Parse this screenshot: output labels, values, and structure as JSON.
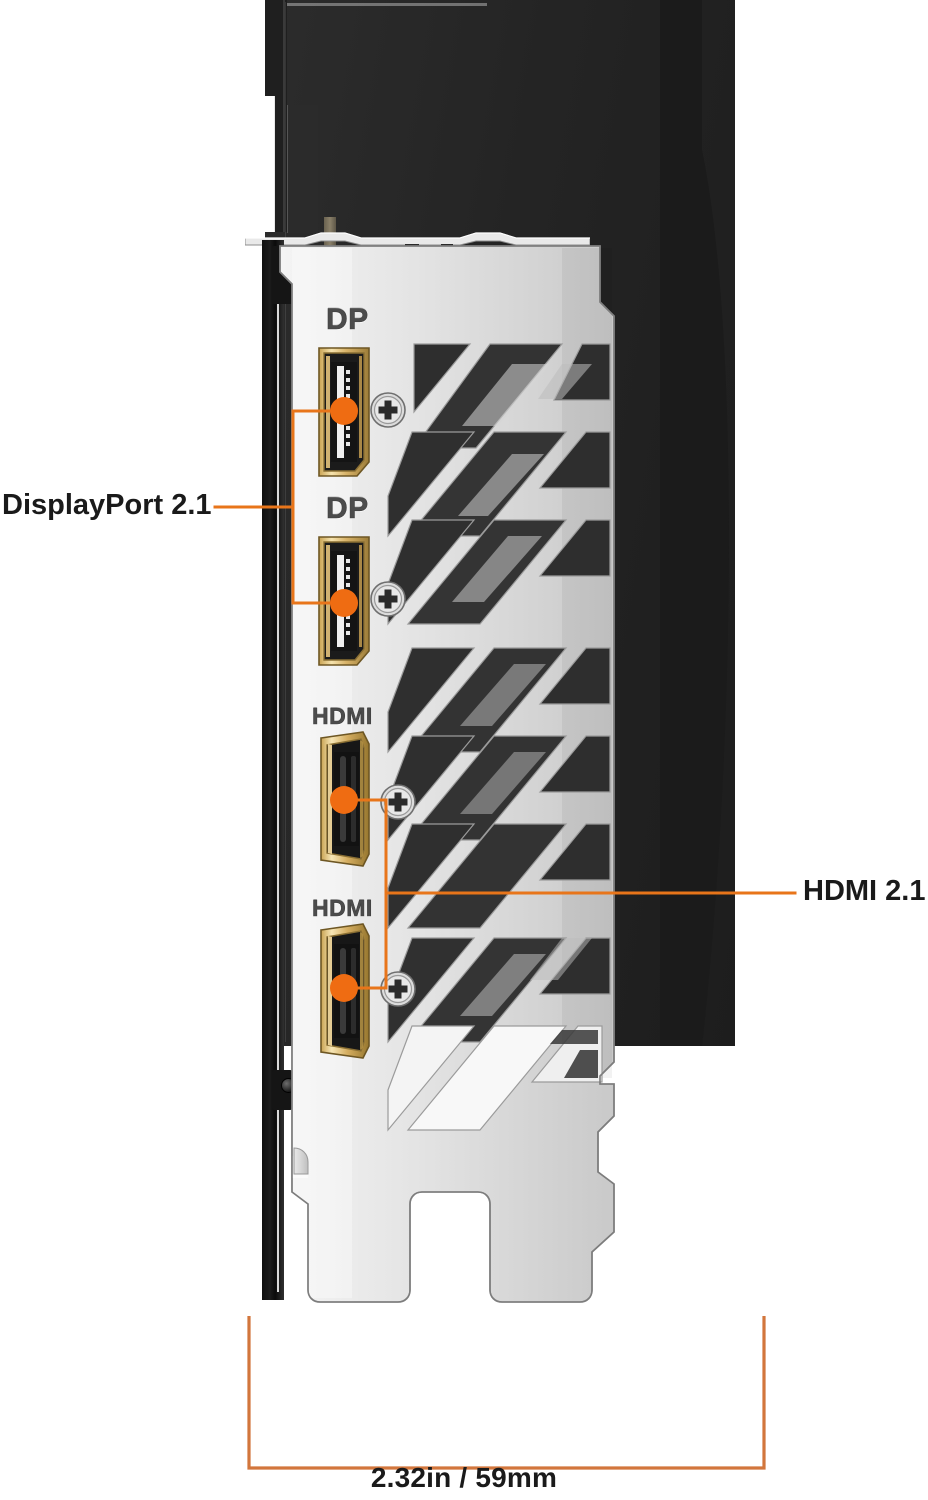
{
  "product": {
    "view": "graphics-card-io-bracket-rear-view"
  },
  "callouts": [
    {
      "id": "displayport",
      "label": "DisplayPort 2.1",
      "side": "left",
      "targets": [
        "dp-port-1",
        "dp-port-2"
      ]
    },
    {
      "id": "hdmi",
      "label": "HDMI 2.1",
      "side": "right",
      "targets": [
        "hdmi-port-1",
        "hdmi-port-2"
      ]
    }
  ],
  "ports": [
    {
      "id": "dp-port-1",
      "label": "DP",
      "type": "displayport"
    },
    {
      "id": "dp-port-2",
      "label": "DP",
      "type": "displayport"
    },
    {
      "id": "hdmi-port-1",
      "label": "HDMI",
      "type": "hdmi"
    },
    {
      "id": "hdmi-port-2",
      "label": "HDMI",
      "type": "hdmi"
    }
  ],
  "dimension": {
    "caption": "2.32in / 59mm",
    "axis": "thickness"
  },
  "colors": {
    "accent": "#e8751a",
    "dimension_line": "#d2763c",
    "bracket_metal": "#d8d8d8",
    "shroud_black": "#242424",
    "connector_gold": "#d9b063",
    "label_text": "#1a1a1a"
  },
  "icons": {
    "screw": "phillips-screw-icon",
    "dp_connector": "displayport-connector-icon",
    "hdmi_connector": "hdmi-connector-icon",
    "dimension_bracket": "dimension-bracket-icon"
  }
}
